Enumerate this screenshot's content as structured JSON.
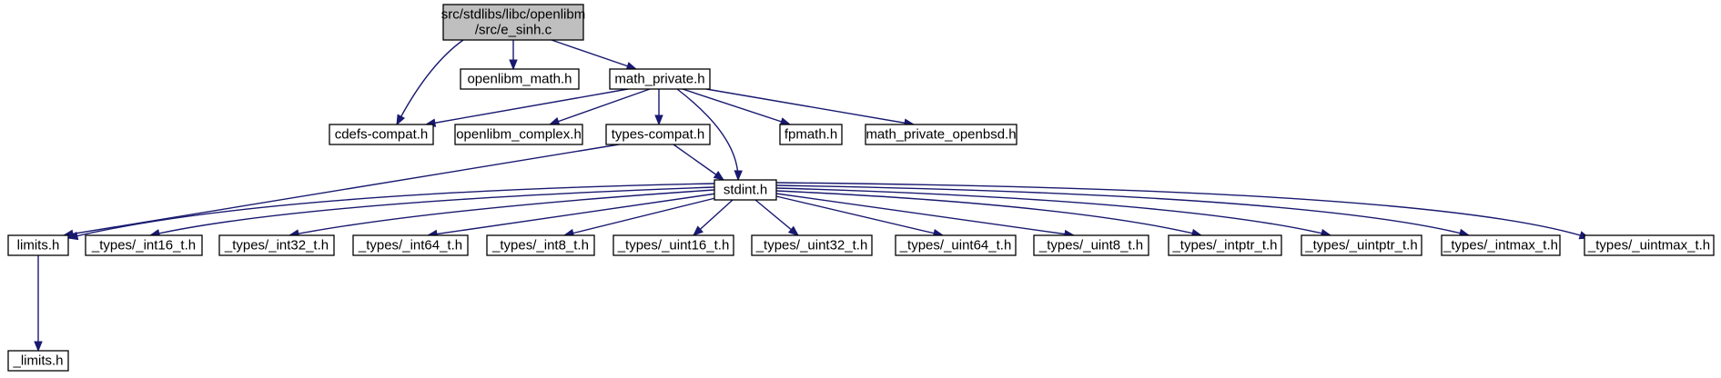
{
  "colors": {
    "edge": "#191970",
    "root_fill": "#bfbfbf",
    "node_fill": "#ffffff",
    "border": "#000000"
  },
  "nodes": [
    {
      "id": "root",
      "lines": [
        "src/stdlibs/libc/openlibm",
        "/src/e_sinh.c"
      ],
      "root": true
    },
    {
      "id": "openlibm_math",
      "lines": [
        "openlibm_math.h"
      ]
    },
    {
      "id": "math_private",
      "lines": [
        "math_private.h"
      ]
    },
    {
      "id": "cdefs_compat",
      "lines": [
        "cdefs-compat.h"
      ]
    },
    {
      "id": "openlibm_complex",
      "lines": [
        "openlibm_complex.h"
      ]
    },
    {
      "id": "types_compat",
      "lines": [
        "types-compat.h"
      ]
    },
    {
      "id": "fpmath",
      "lines": [
        "fpmath.h"
      ]
    },
    {
      "id": "math_private_openbsd",
      "lines": [
        "math_private_openbsd.h"
      ]
    },
    {
      "id": "stdint",
      "lines": [
        "stdint.h"
      ]
    },
    {
      "id": "limits",
      "lines": [
        "limits.h"
      ]
    },
    {
      "id": "int16",
      "lines": [
        "_types/_int16_t.h"
      ]
    },
    {
      "id": "int32",
      "lines": [
        "_types/_int32_t.h"
      ]
    },
    {
      "id": "int64",
      "lines": [
        "_types/_int64_t.h"
      ]
    },
    {
      "id": "int8",
      "lines": [
        "_types/_int8_t.h"
      ]
    },
    {
      "id": "uint16",
      "lines": [
        "_types/_uint16_t.h"
      ]
    },
    {
      "id": "uint32",
      "lines": [
        "_types/_uint32_t.h"
      ]
    },
    {
      "id": "uint64",
      "lines": [
        "_types/_uint64_t.h"
      ]
    },
    {
      "id": "uint8",
      "lines": [
        "_types/_uint8_t.h"
      ]
    },
    {
      "id": "intptr",
      "lines": [
        "_types/_intptr_t.h"
      ]
    },
    {
      "id": "uintptr",
      "lines": [
        "_types/_uintptr_t.h"
      ]
    },
    {
      "id": "intmax",
      "lines": [
        "_types/_intmax_t.h"
      ]
    },
    {
      "id": "uintmax",
      "lines": [
        "_types/_uintmax_t.h"
      ]
    },
    {
      "id": "_limits",
      "lines": [
        "_limits.h"
      ]
    }
  ],
  "edges": [
    [
      "root",
      "cdefs_compat"
    ],
    [
      "root",
      "openlibm_math"
    ],
    [
      "root",
      "math_private"
    ],
    [
      "math_private",
      "cdefs_compat"
    ],
    [
      "math_private",
      "openlibm_complex"
    ],
    [
      "math_private",
      "types_compat"
    ],
    [
      "math_private",
      "stdint"
    ],
    [
      "math_private",
      "fpmath"
    ],
    [
      "math_private",
      "math_private_openbsd"
    ],
    [
      "types_compat",
      "limits"
    ],
    [
      "types_compat",
      "stdint"
    ],
    [
      "stdint",
      "limits"
    ],
    [
      "stdint",
      "int16"
    ],
    [
      "stdint",
      "int32"
    ],
    [
      "stdint",
      "int64"
    ],
    [
      "stdint",
      "int8"
    ],
    [
      "stdint",
      "uint16"
    ],
    [
      "stdint",
      "uint32"
    ],
    [
      "stdint",
      "uint64"
    ],
    [
      "stdint",
      "uint8"
    ],
    [
      "stdint",
      "intptr"
    ],
    [
      "stdint",
      "uintptr"
    ],
    [
      "stdint",
      "intmax"
    ],
    [
      "stdint",
      "uintmax"
    ],
    [
      "limits",
      "_limits"
    ]
  ]
}
